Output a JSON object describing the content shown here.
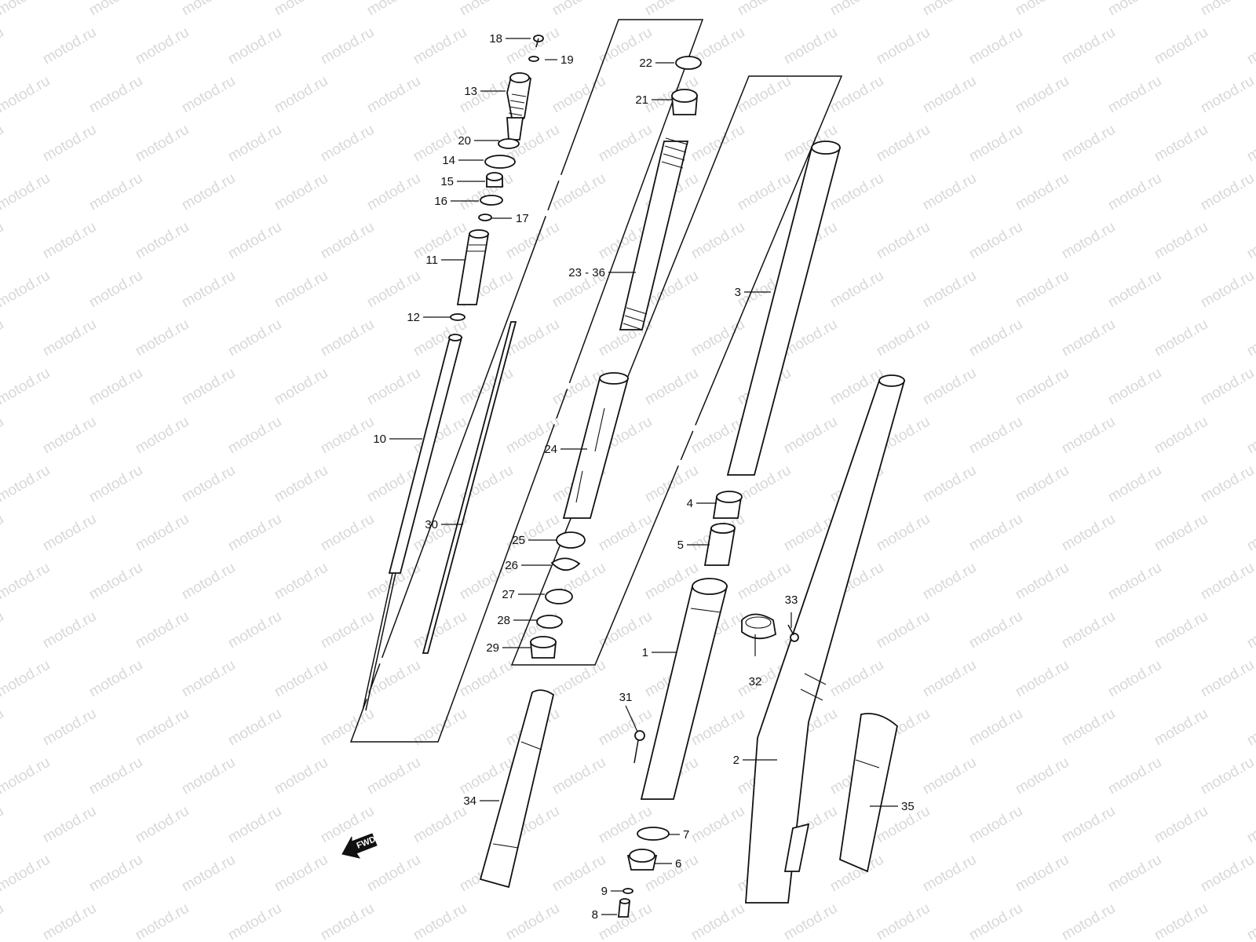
{
  "watermark": {
    "text": "motod.ru"
  },
  "fwd_badge": {
    "text": "FWD"
  },
  "callouts": {
    "p1": "1",
    "p2": "2",
    "p3": "3",
    "p4": "4",
    "p5": "5",
    "p6": "6",
    "p7": "7",
    "p8": "8",
    "p9": "9",
    "p10": "10",
    "p11": "11",
    "p12": "12",
    "p13": "13",
    "p14": "14",
    "p15": "15",
    "p16": "16",
    "p17": "17",
    "p18": "18",
    "p19": "19",
    "p20": "20",
    "p21": "21",
    "p22": "22",
    "p23_36": "23 - 36",
    "p24": "24",
    "p25": "25",
    "p26": "26",
    "p27": "27",
    "p28": "28",
    "p29": "29",
    "p30": "30",
    "p31": "31",
    "p32": "32",
    "p33": "33",
    "p34": "34",
    "p35": "35"
  },
  "colors": {
    "line": "#111111",
    "watermark": "#d8d8d8",
    "background": "#ffffff"
  }
}
